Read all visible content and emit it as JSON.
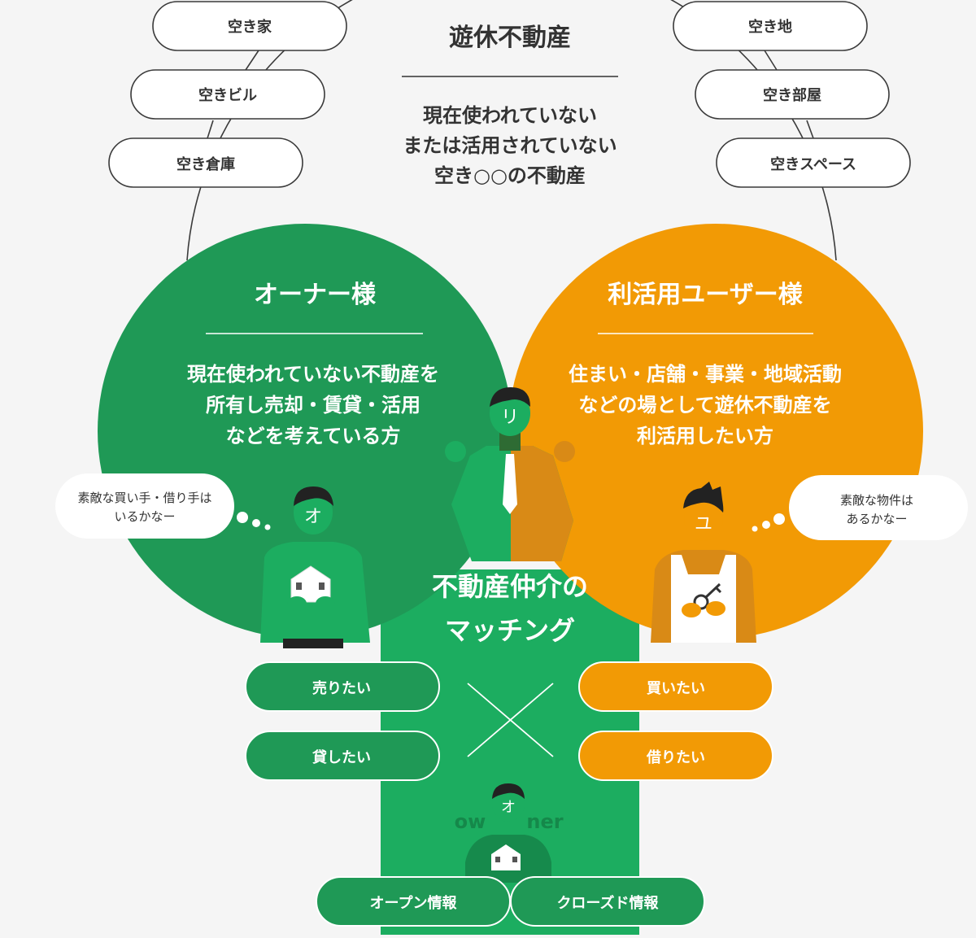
{
  "colors": {
    "background": "#f5f5f5",
    "green": "#1f9956",
    "green_light": "#1cad60",
    "orange": "#f29a05",
    "dark_text": "#333333",
    "outline": "#3a3a3a"
  },
  "header": {
    "title": "遊休不動産",
    "description": [
      "現在使われていない",
      "または活用されていない",
      "空き○○の不動産"
    ]
  },
  "left_tags": [
    "空き家",
    "空きビル",
    "空き倉庫"
  ],
  "right_tags": [
    "空き地",
    "空き部屋",
    "空きスペース"
  ],
  "owner": {
    "title": "オーナー様",
    "description": [
      "現在使われていない不動産を",
      "所有し売却・賃貸・活用",
      "などを考えている方"
    ],
    "thought": [
      "素敵な買い手・借り手は",
      "いるかなー"
    ],
    "face_char": "オ"
  },
  "user": {
    "title": "利活用ユーザー様",
    "description": [
      "住まい・店舗・事業・地域活動",
      "などの場として遊休不動産を",
      "利活用したい方"
    ],
    "thought": [
      "素敵な物件は",
      "あるかなー"
    ],
    "face_char": "ユ"
  },
  "broker": {
    "face_char": "リ"
  },
  "center": {
    "title": [
      "不動産仲介の",
      "マッチング"
    ]
  },
  "owner_needs": [
    "売りたい",
    "貸したい"
  ],
  "user_needs": [
    "買いたい",
    "借りたい"
  ],
  "bottom": {
    "logo_left": "ow",
    "logo_right": "ner",
    "face_char": "オ",
    "buttons": [
      "オープン情報",
      "クローズド情報"
    ]
  }
}
